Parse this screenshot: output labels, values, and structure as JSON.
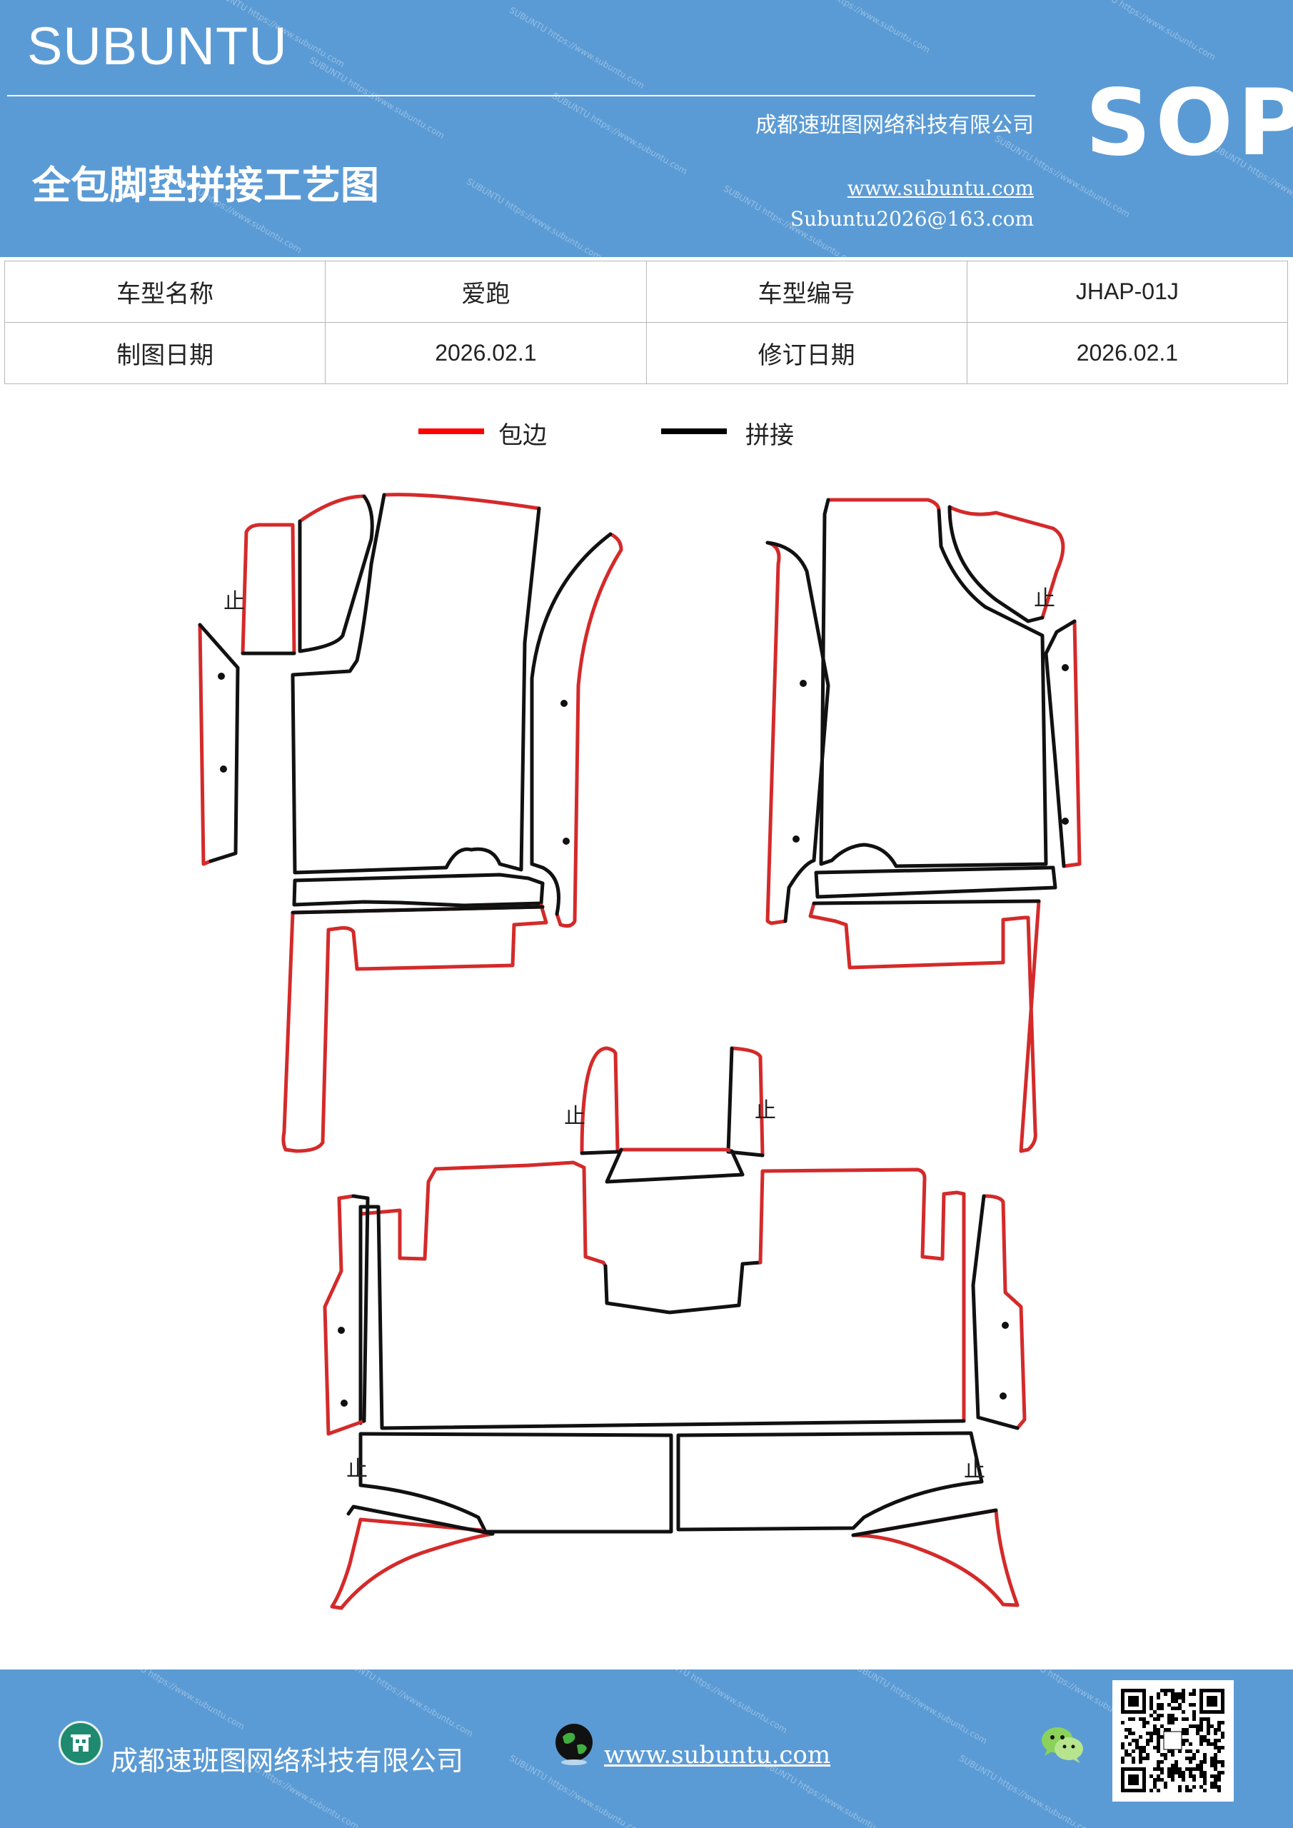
{
  "header": {
    "brand": "SUBUNTU",
    "badge": "SOP",
    "company": "成都速班图网络科技有限公司",
    "title": "全包脚垫拼接工艺图",
    "website": "www.subuntu.com",
    "email": "Subuntu2026@163.com",
    "watermark": "SUBUNTU https://www.subuntu.com"
  },
  "info": {
    "row1": [
      "车型名称",
      "爱跑",
      "车型编号",
      "JHAP-01J"
    ],
    "row2": [
      "制图日期",
      "2026.02.1",
      "修订日期",
      "2026.02.1"
    ]
  },
  "legend": {
    "edge_label": "包边",
    "edge_color": "#ff0000",
    "join_label": "拼接",
    "join_color": "#000000"
  },
  "drawing": {
    "stop_mark": "止",
    "edge_color": "#d42a2a",
    "join_color": "#111111"
  },
  "footer": {
    "company": "成都速班图网络科技有限公司",
    "website": "www.subuntu.com",
    "icons": [
      "building-icon",
      "globe-icon",
      "wechat-icon",
      "qr-code"
    ]
  }
}
